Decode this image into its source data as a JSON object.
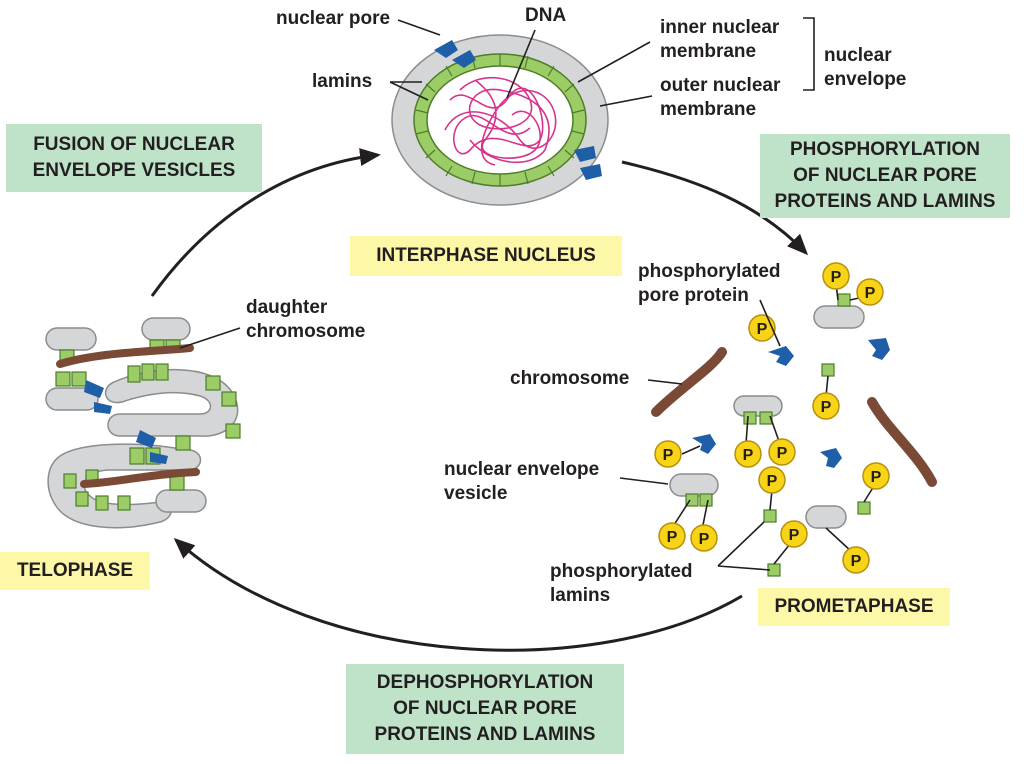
{
  "labels": {
    "nuclear_pore": "nuclear pore",
    "dna": "DNA",
    "lamins": "lamins",
    "inner_membrane": [
      "inner nuclear",
      "membrane"
    ],
    "outer_membrane": [
      "outer nuclear",
      "membrane"
    ],
    "nuclear_envelope": [
      "nuclear",
      "envelope"
    ],
    "daughter_chromosome": [
      "daughter",
      "chromosome"
    ],
    "phosphorylated_pore_protein": [
      "phosphorylated",
      "pore protein"
    ],
    "chromosome": "chromosome",
    "nuclear_envelope_vesicle": [
      "nuclear envelope",
      "vesicle"
    ],
    "phosphorylated_lamins": [
      "phosphorylated",
      "lamins"
    ],
    "phosphate": "P"
  },
  "boxes": {
    "fusion": [
      "FUSION OF NUCLEAR",
      "ENVELOPE VESICLES"
    ],
    "phosphorylation": [
      "PHOSPHORYLATION",
      "OF NUCLEAR PORE",
      "PROTEINS AND LAMINS"
    ],
    "interphase": "INTERPHASE NUCLEUS",
    "telophase": "TELOPHASE",
    "prometaphase": "PROMETAPHASE",
    "dephosphorylation": [
      "DEPHOSPHORYLATION",
      "OF NUCLEAR PORE",
      "PROTEINS AND LAMINS"
    ]
  },
  "colors": {
    "membrane": "#d4d6d7",
    "lamin": "#9ccc65",
    "pore": "#1f5fa8",
    "chromosome": "#7a4a36",
    "dna": "#d6338d",
    "phosphate": "#f7d417",
    "green_box": "#bfe3c9",
    "yellow_box": "#fdf7a8"
  }
}
